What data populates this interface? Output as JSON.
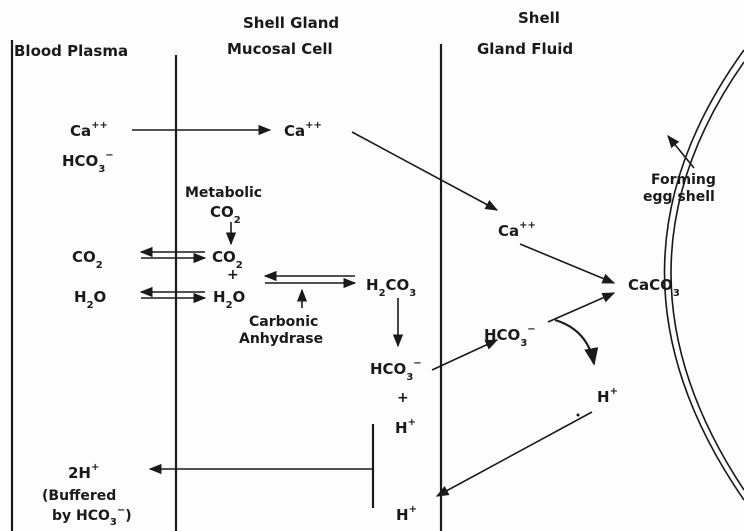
{
  "headers": {
    "blood_plasma": "Blood  Plasma",
    "mucosal_line1": "Shell  Gland",
    "mucosal_line2": "Mucosal  Cell",
    "fluid_line1": "Shell",
    "fluid_line2": "Gland  Fluid"
  },
  "species": {
    "ca_plasma": "Ca",
    "hco3_plasma": "HCO",
    "ca_mucosal": "Ca",
    "metabolic": "Metabolic",
    "co2_metabolic": "CO",
    "co2_plasma": "CO",
    "co2_mucosal": "CO",
    "plus1": "+",
    "h2o_plasma": "H",
    "h2o_mucosal": "H",
    "carbonic_1": "Carbonic",
    "carbonic_2": "Anhydrase",
    "h2co3": "H",
    "hco3_mucosal": "HCO",
    "plus2": "+",
    "h_mucosal": "H",
    "ca_fluid": "Ca",
    "caco3": "CaCO",
    "hco3_fluid": "HCO",
    "h_fluid": "H",
    "h_bottom": "H",
    "two_h": "2H",
    "buffered": "(Buffered",
    "by_hco3": "by HCO",
    "forming_1": "Forming",
    "forming_2": "egg shell"
  },
  "sub": {
    "two": "2",
    "three": "3",
    "o": "O",
    "co3": "CO"
  },
  "sup": {
    "plus_plus": "++",
    "plus": "+",
    "minus": "−",
    "close_paren": ")"
  }
}
